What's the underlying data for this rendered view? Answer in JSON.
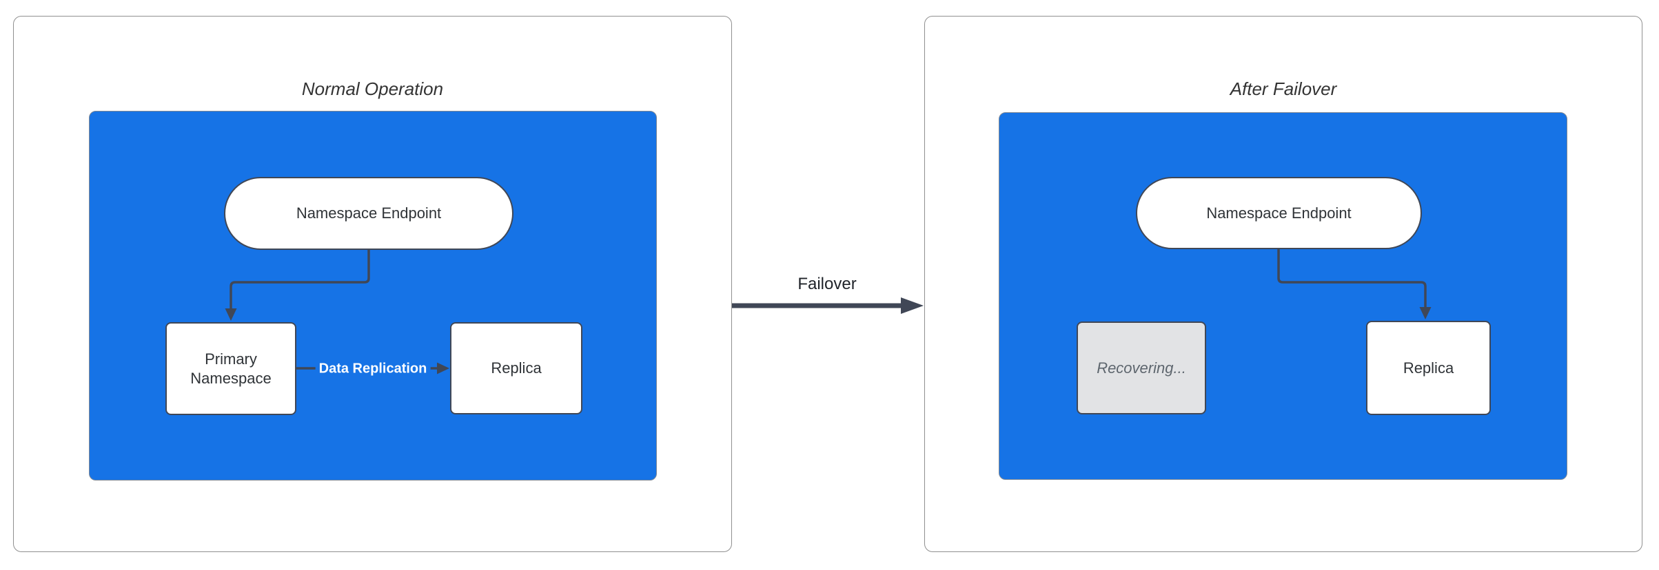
{
  "diagram": {
    "type": "failover-flow",
    "colors": {
      "cluster_fill": "#1673e6",
      "node_fill": "#ffffff",
      "disabled_node_fill": "#e2e3e5",
      "edge_stroke": "#404756",
      "node_border": "#404756",
      "panel_border": "#8f8f8f",
      "title_text": "#333333",
      "node_text": "#2f3337",
      "disabled_node_text": "#5e666e",
      "edge_label_text": "#ffffff"
    },
    "panels": [
      {
        "title": "Normal Operation",
        "nodes": {
          "endpoint": "Namespace Endpoint",
          "primary": "Primary Namespace",
          "replica": "Replica"
        },
        "edges": {
          "replication_label": "Data Replication"
        }
      },
      {
        "title": "After Failover",
        "nodes": {
          "endpoint": "Namespace Endpoint",
          "recovering": "Recovering...",
          "replica": "Replica"
        }
      }
    ],
    "transition": {
      "label": "Failover"
    }
  }
}
